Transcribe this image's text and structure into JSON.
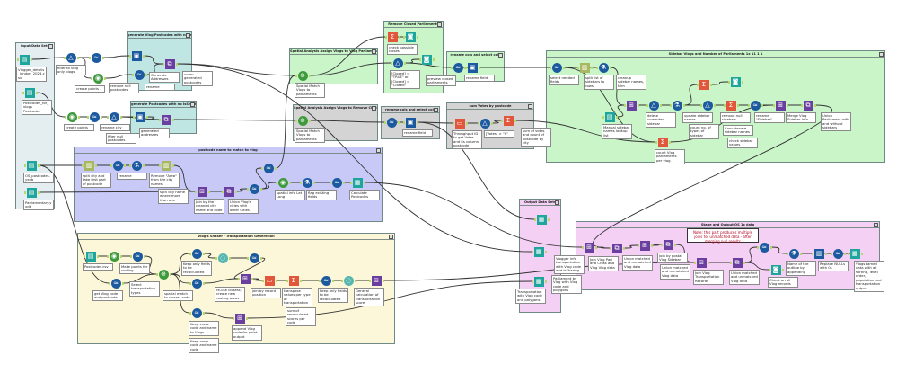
{
  "containers": [
    {
      "title": "Input Data Sets",
      "color": "#e4eef0"
    },
    {
      "title": "generate Vlog Postcodes with no IsSharing",
      "color": "#bfe6e2"
    },
    {
      "title": "generate Postcodes with no IsSharing",
      "color": "#bfe6e2"
    },
    {
      "title": "Spatial Analysis Assign Vlogs to Vlog Parliaments",
      "color": "#c9f5c9"
    },
    {
      "title": "Remove Closed Parliaments",
      "color": "#c9f5c9"
    },
    {
      "title": "rename cols and select cols",
      "color": "#c9f5c9"
    },
    {
      "title": "Spatial Analysis Assign Vlogs to Remove Cities",
      "color": "#d4d4d4"
    },
    {
      "title": "rename cols and select cols",
      "color": "#d4d4d4"
    },
    {
      "title": "sum Votes by postcode",
      "color": "#d4d4d4"
    },
    {
      "title": "Sidebar Vlogs and Number of Parliaments 1x 11 1 1",
      "color": "#c9f5c9"
    },
    {
      "title": "postcode name to match to vlog",
      "color": "#c9c9f8"
    },
    {
      "title": "Vlog's Shaker - Transportation Generation",
      "color": "#fbf7d8"
    },
    {
      "title": "Output Data Sets",
      "color": "#f5d0f5"
    },
    {
      "title": "Stage and Output OS 1x data",
      "color": "#f5d0f5"
    }
  ],
  "nodes": [
    {
      "icon": "input",
      "label": "Vlogger_details_london_2024.csv"
    },
    {
      "icon": "input",
      "label": "Postcodes_for_vlogs Postcodes"
    },
    {
      "icon": "input",
      "label": "OS_postcodes.yxdb"
    },
    {
      "icon": "input",
      "label": "Parliamentary.yxdb"
    },
    {
      "icon": "filter",
      "label": "filter to vlog only blogs"
    },
    {
      "icon": "select",
      "label": "remove null postcodes"
    },
    {
      "icon": "create-points",
      "label": "create points"
    },
    {
      "icon": "geocode",
      "label": "Generate Addresses"
    },
    {
      "icon": "select",
      "label": "rename"
    },
    {
      "icon": "union",
      "label": "union generated postcodes"
    },
    {
      "icon": "create-points",
      "label": "create points"
    },
    {
      "icon": "select",
      "label": "rename city"
    },
    {
      "icon": "filter",
      "label": "filter null postcodes"
    },
    {
      "icon": "geocode",
      "label": "generated addresses"
    },
    {
      "icon": "union",
      "label": ""
    },
    {
      "icon": "spatial-match",
      "label": "Spatial Match Vlogs to parliaments"
    },
    {
      "icon": "summarize",
      "label": ""
    },
    {
      "icon": "browse",
      "label": "check possible closes"
    },
    {
      "icon": "filter",
      "label": "[Closed] = \"TRUE\" or [Closed] = \"Closed\""
    },
    {
      "icon": "browse",
      "label": "preview closed parliaments"
    },
    {
      "icon": "select",
      "label": ""
    },
    {
      "icon": "dynamic-rename",
      "label": "rename field"
    },
    {
      "icon": "spatial-match",
      "label": "Spatial Match Vlogs to parliaments"
    },
    {
      "icon": "select",
      "label": ""
    },
    {
      "icon": "dynamic-rename",
      "label": "rename field"
    },
    {
      "icon": "record-id",
      "label": "Throughput ID to get Votes and its column postcode"
    },
    {
      "icon": "filter",
      "label": "[Votes] > \"0\""
    },
    {
      "icon": "summarize",
      "label": "sum of votes and count of postcode by city"
    },
    {
      "icon": "select",
      "label": "select needed fields"
    },
    {
      "icon": "text-to-columns",
      "label": "split list of sidebars to rows"
    },
    {
      "icon": "formula",
      "label": "cleanup sidebar names, trim"
    },
    {
      "icon": "join",
      "label": ""
    },
    {
      "icon": "input",
      "label": "Manual sidebar names lookup list"
    },
    {
      "icon": "filter",
      "label": "delete unwanted sidebar"
    },
    {
      "icon": "formula",
      "label": "update sidebar names"
    },
    {
      "icon": "filter",
      "label": "remove null sidebars"
    },
    {
      "icon": "summarize",
      "label": "Concatenate sidebar names"
    },
    {
      "icon": "select",
      "label": "rename \"Sidebar\""
    },
    {
      "icon": "join",
      "label": "Merge Vlog Sidebar Info"
    },
    {
      "icon": "union",
      "label": "Union Parliament with and without sidebars"
    },
    {
      "icon": "summarize",
      "label": "count no. of types of sidebar"
    },
    {
      "icon": "browse",
      "label": "check sidebar values"
    },
    {
      "icon": "summarize",
      "label": "count Vlog parliaments per vlog"
    },
    {
      "icon": "text-to-columns",
      "label": "split city and take first part of postcode"
    },
    {
      "icon": "select",
      "label": "rename"
    },
    {
      "icon": "formula",
      "label": "Remove \"Area\" from the city names"
    },
    {
      "icon": "text-to-columns",
      "label": "split city name where more than one"
    },
    {
      "icon": "join",
      "label": "Join by the cleaned city name and code"
    },
    {
      "icon": "union",
      "label": "Union Vlog's cities with other Cities"
    },
    {
      "icon": "select",
      "label": ""
    },
    {
      "icon": "select",
      "label": ""
    },
    {
      "icon": "create-points",
      "label": "spatial info Lat Long"
    },
    {
      "icon": "formula",
      "label": "flag existing fields"
    },
    {
      "icon": "select",
      "label": ""
    },
    {
      "icon": "output",
      "label": "Calculate Postcodes"
    },
    {
      "icon": "input",
      "label": "Postcodes.csv"
    },
    {
      "icon": "create-points",
      "label": "Make points for routing"
    },
    {
      "icon": "select",
      "label": "Select transportation types"
    },
    {
      "icon": "spatial-match",
      "label": "spatial match to closest code"
    },
    {
      "icon": "select",
      "label": "Keep only fields to be recalculated"
    },
    {
      "icon": "distance",
      "label": "re-use closest; create new routing areas"
    },
    {
      "icon": "select",
      "label": ""
    },
    {
      "icon": "join",
      "label": "join by record position"
    },
    {
      "icon": "record-id",
      "label": "transpose values per type of transportation"
    },
    {
      "icon": "summarize",
      "label": "sum of recalculated scores per code"
    },
    {
      "icon": "select",
      "label": "Keep only fields to be recalculated"
    },
    {
      "icon": "distance",
      "label": "General calculation of transportation score"
    },
    {
      "icon": "join",
      "label": ""
    },
    {
      "icon": "select",
      "label": "get Vlog code and postcode"
    },
    {
      "icon": "select",
      "label": "Keep cross code and name to Vlogs"
    },
    {
      "icon": "select",
      "label": "Keep cross code and name code"
    },
    {
      "icon": "join",
      "label": "append Vlog code for point output"
    },
    {
      "icon": "output",
      "label": "Vlogger info transportation with Vlog code and IsSharing"
    },
    {
      "icon": "output",
      "label": "Parliament by Vlog with Vlog code and polygons"
    },
    {
      "icon": "output",
      "label": "Transportation with Vlog code and polygons"
    },
    {
      "icon": "join",
      "label": "Join Vlog Parl and Cross and Vlog Vlog data"
    },
    {
      "icon": "union",
      "label": "Union matched and unmatched Vlog data"
    },
    {
      "icon": "join",
      "label": "Join by postal Vlog Sidebar"
    },
    {
      "icon": "union",
      "label": "Union matched and unmatched Vlog data"
    },
    {
      "icon": "join",
      "label": "Join Vlog Transportation Records"
    },
    {
      "icon": "union",
      "label": "Union matched and unmatched Vlog data"
    },
    {
      "icon": "select",
      "label": ""
    },
    {
      "icon": "browse",
      "label": "Check on all Vlog records"
    },
    {
      "icon": "formula",
      "label": "Name of the outline by appending"
    },
    {
      "icon": "data-cleansing",
      "label": "Replace NULLs with 0s"
    },
    {
      "icon": "select",
      "label": ""
    },
    {
      "icon": "output",
      "label": "Vlogs tamed data with all sorting, level order, population and transportation output"
    }
  ],
  "note": "Note: this part produces multiple joins for unmatched data - after merging null results",
  "icon_colors": {
    "input": "#1ea59c",
    "output": "#1ea59c",
    "browse": "#1ea59c",
    "filter": "#1c5aa0",
    "select": "#1c5aa0",
    "formula": "#1c5aa0",
    "geocode": "#1c5aa0",
    "dynamic-rename": "#1c5aa0",
    "data-cleansing": "#1c5aa0",
    "create-points": "#3d9a3d",
    "spatial-match": "#3d9a3d",
    "distance": "#56b6b0",
    "summarize": "#e2573c",
    "record-id": "#e2573c",
    "join": "#6b3fa0",
    "union": "#6b3fa0",
    "text-to-columns": "#a8b860"
  }
}
